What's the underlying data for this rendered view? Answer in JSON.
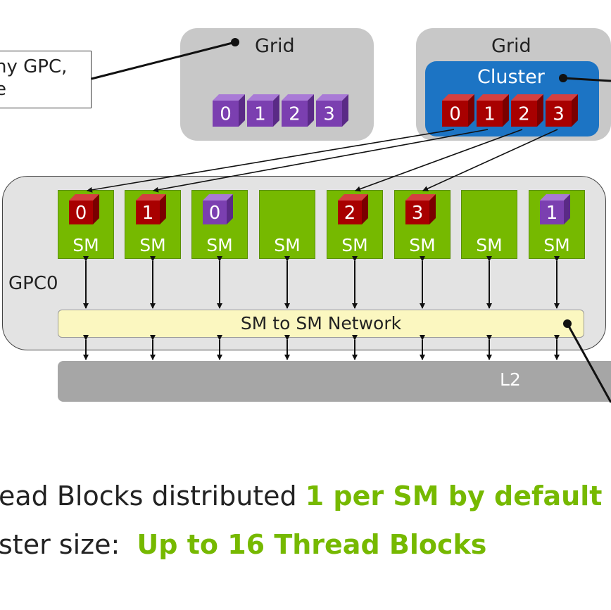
{
  "callout": {
    "line1": "ny GPC,",
    "line2": "e"
  },
  "grid_left": {
    "label": "Grid",
    "blocks": [
      "0",
      "1",
      "2",
      "3"
    ]
  },
  "grid_right": {
    "label": "Grid",
    "cluster_label": "Cluster",
    "blocks": [
      "0",
      "1",
      "2",
      "3"
    ]
  },
  "gpc": {
    "label": "GPC0",
    "sms": [
      {
        "label": "SM",
        "block": "0",
        "color": "red"
      },
      {
        "label": "SM",
        "block": "1",
        "color": "red"
      },
      {
        "label": "SM",
        "block": "0",
        "color": "purple"
      },
      {
        "label": "SM",
        "block": "",
        "color": ""
      },
      {
        "label": "SM",
        "block": "2",
        "color": "red"
      },
      {
        "label": "SM",
        "block": "3",
        "color": "red"
      },
      {
        "label": "SM",
        "block": "",
        "color": ""
      },
      {
        "label": "SM",
        "block": "1",
        "color": "purple"
      }
    ],
    "network_label": "SM to SM Network"
  },
  "l2": {
    "label": "L2"
  },
  "bullets": {
    "line1_plain": "ead Blocks distributed ",
    "line1_highlight": "1 per SM by default",
    "line2_plain": "ster size:  ",
    "line2_highlight": "Up to 16 Thread Blocks"
  },
  "colors": {
    "green": "#76b900",
    "red_front": "#a80000",
    "red_top": "#d44040",
    "red_side": "#7a0000",
    "purple_front": "#7b3fb0",
    "purple_top": "#a97ad6",
    "purple_side": "#5a2a86",
    "cluster_blue": "#1c74c4",
    "grid_gray": "#c8c8c8"
  }
}
